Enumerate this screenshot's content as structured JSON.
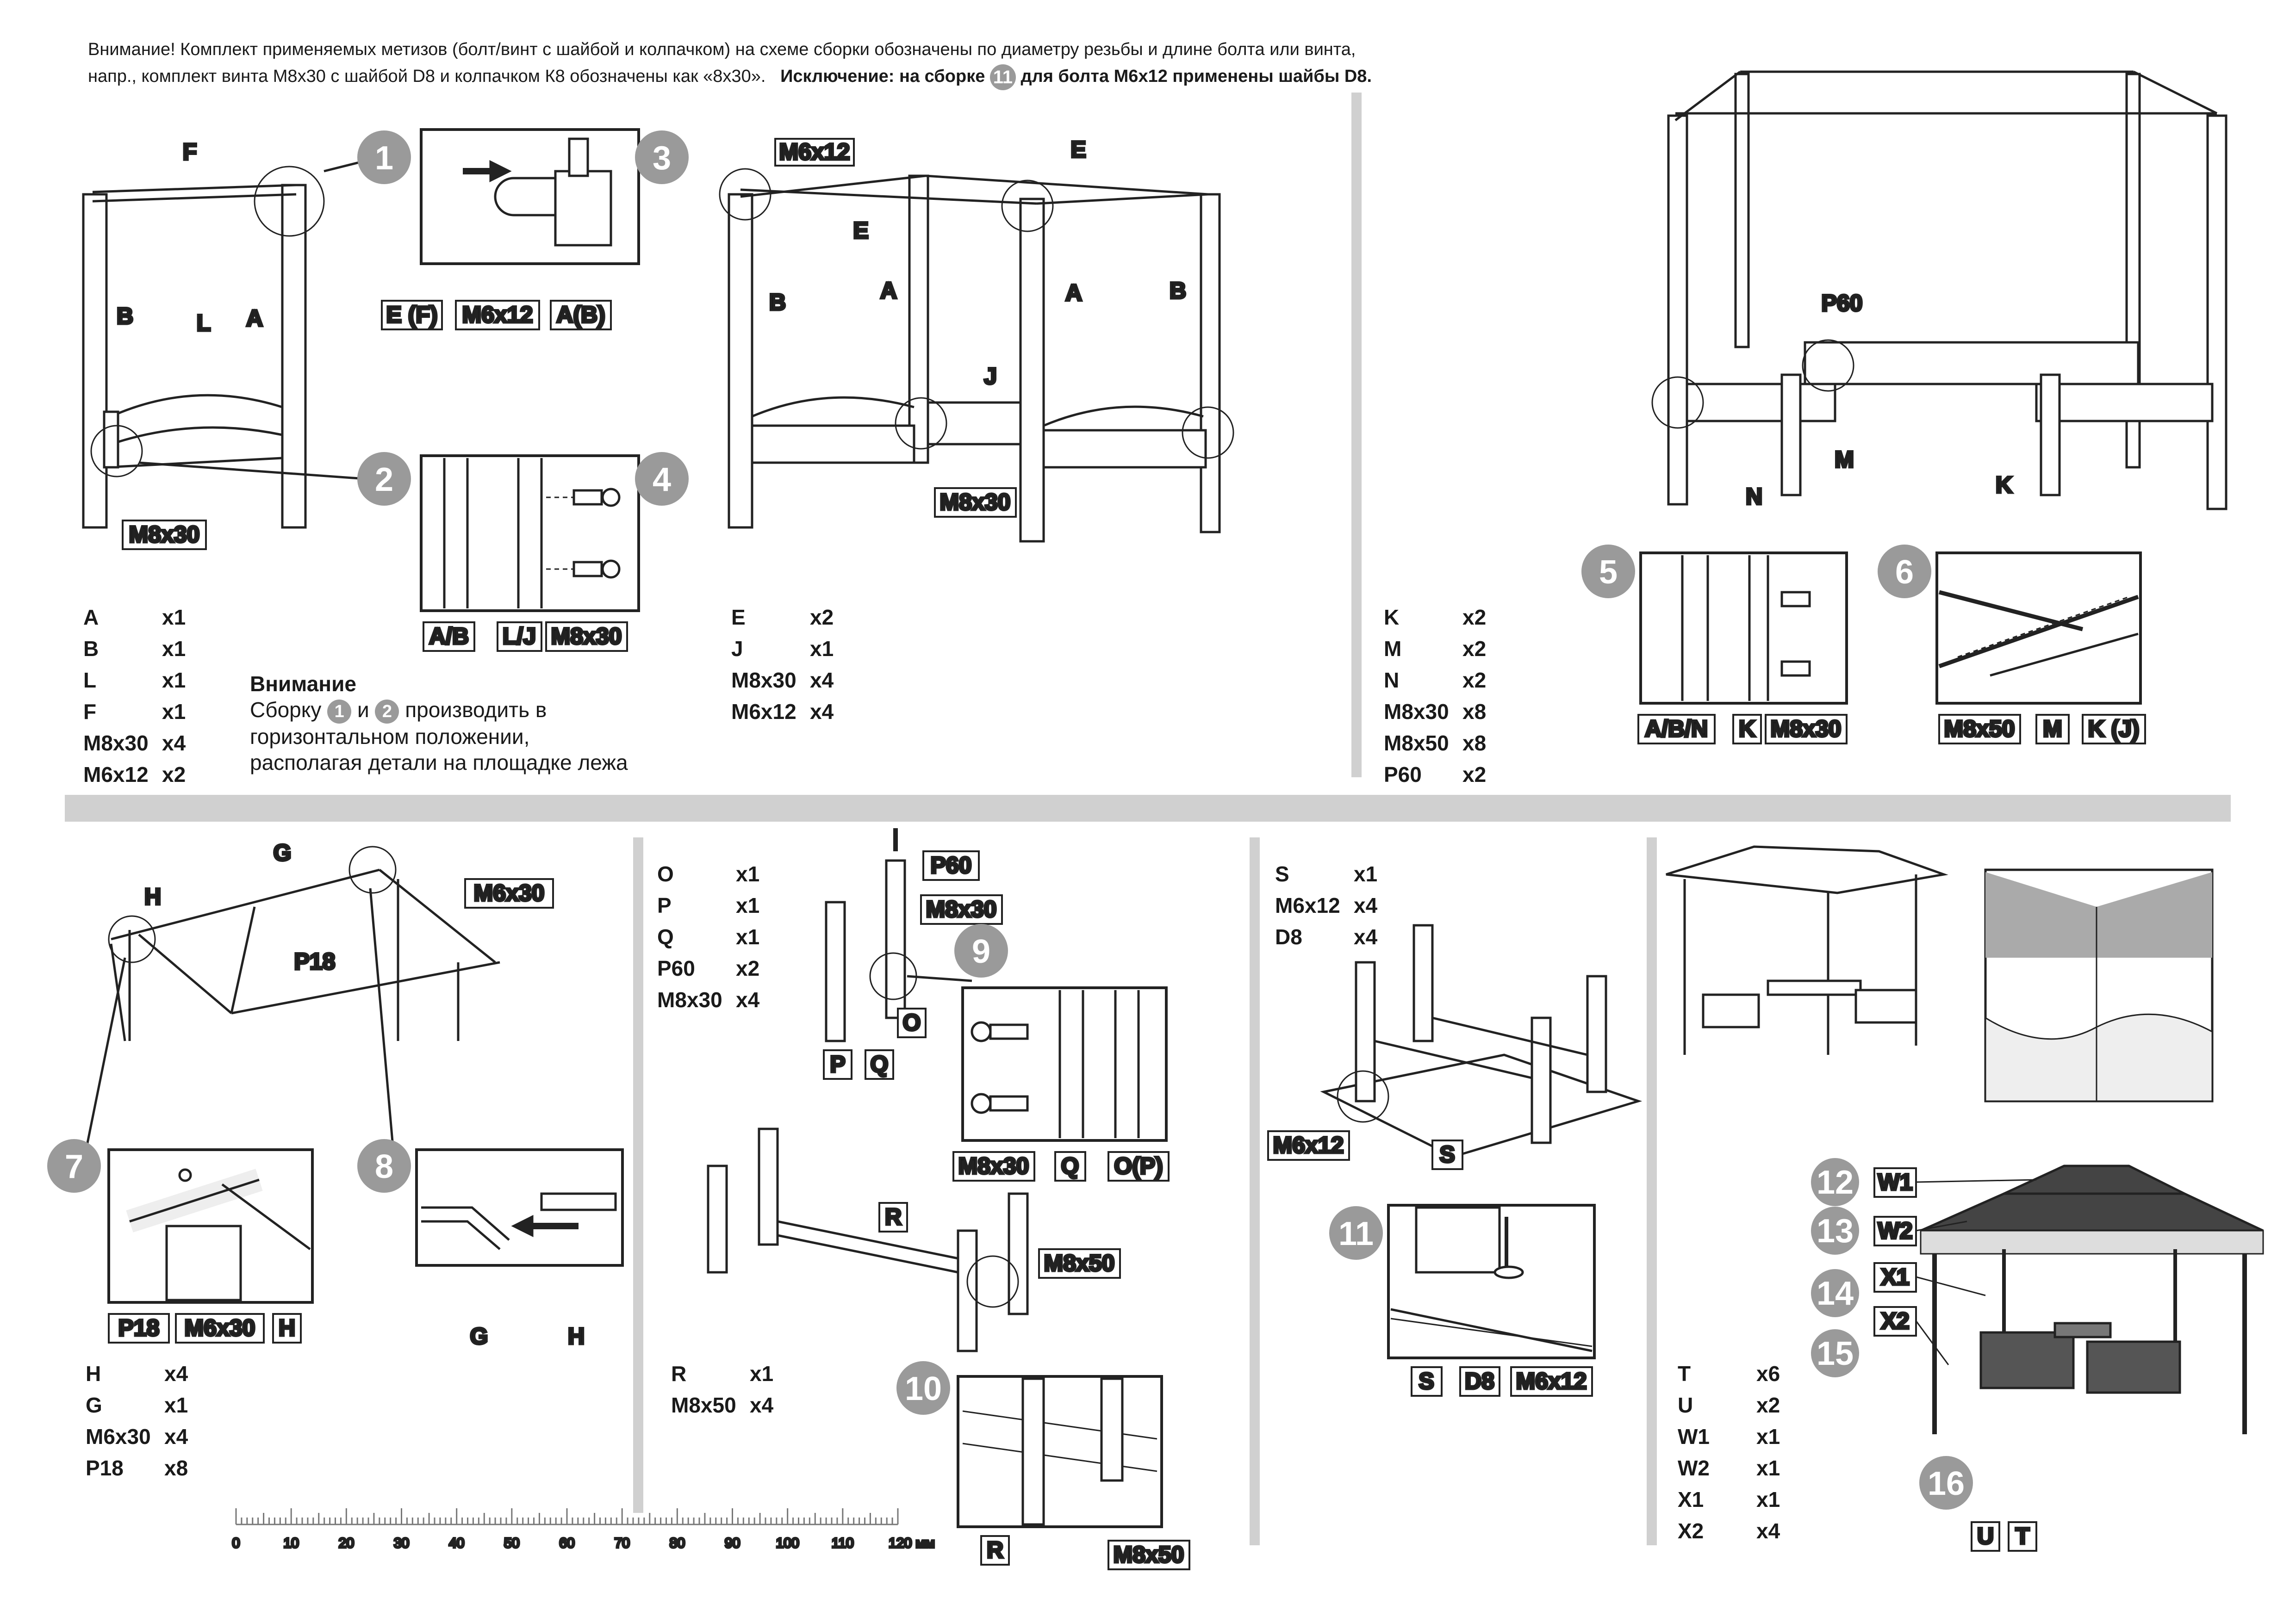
{
  "notice": {
    "line1": "Внимание! Комплект применяемых метизов (болт/винт с шайбой и колпачком) на схеме сборки обозначены по диаметру резьбы и длине болта или винта,",
    "line2a": "напр., комплект винта М8х30 с шайбой D8 и колпачком  К8 обозначены как «8х30».",
    "line2b": "Исключение: на сборке",
    "line2c": "11",
    "line2d": "для болта М6х12 применены шайбы D8."
  },
  "steps": [
    "1",
    "2",
    "3",
    "4",
    "5",
    "6",
    "7",
    "8",
    "9",
    "10",
    "11",
    "12",
    "13",
    "14",
    "15",
    "16"
  ],
  "labels": {
    "F": "F",
    "L": "L",
    "A": "A",
    "B": "B",
    "E": "E",
    "J": "J",
    "K": "K",
    "M": "M",
    "N": "N",
    "G": "G",
    "H": "H",
    "O": "O",
    "P": "P",
    "Q": "Q",
    "R": "R",
    "S": "S",
    "T": "T",
    "U": "U",
    "ef": "E (F)",
    "m6x12": "M6x12",
    "ab": "A(B)",
    "m8x30": "M8x30",
    "ab_slash": "A/B",
    "lj": "L/J",
    "abn": "A/B/N",
    "m8x50": "M8x50",
    "kj": "K (J)",
    "p60": "P60",
    "p18": "P18",
    "m6x30": "M6x30",
    "op": "O(P)",
    "d8": "D8",
    "w1": "W1",
    "w2": "W2",
    "x1": "X1",
    "x2": "X2"
  },
  "parts": {
    "list1": [
      {
        "n": "A",
        "q": "x1"
      },
      {
        "n": "B",
        "q": "x1"
      },
      {
        "n": "L",
        "q": "x1"
      },
      {
        "n": "F",
        "q": "x1"
      },
      {
        "n": "M8x30",
        "q": "x4"
      },
      {
        "n": "M6x12",
        "q": "x2"
      }
    ],
    "list2": [
      {
        "n": "E",
        "q": "x2"
      },
      {
        "n": "J",
        "q": "x1"
      },
      {
        "n": "M8x30",
        "q": "x4"
      },
      {
        "n": "M6x12",
        "q": "x4"
      }
    ],
    "list3": [
      {
        "n": "K",
        "q": "x2"
      },
      {
        "n": "M",
        "q": "x2"
      },
      {
        "n": "N",
        "q": "x2"
      },
      {
        "n": "M8x30",
        "q": "x8"
      },
      {
        "n": "M8x50",
        "q": "x8"
      },
      {
        "n": "P60",
        "q": "x2"
      }
    ],
    "list4": [
      {
        "n": "H",
        "q": "x4"
      },
      {
        "n": "G",
        "q": "x1"
      },
      {
        "n": "M6x30",
        "q": "x4"
      },
      {
        "n": "P18",
        "q": "x8"
      }
    ],
    "list5": [
      {
        "n": "O",
        "q": "x1"
      },
      {
        "n": "P",
        "q": "x1"
      },
      {
        "n": "Q",
        "q": "x1"
      },
      {
        "n": "P60",
        "q": "x2"
      },
      {
        "n": "M8x30",
        "q": "x4"
      }
    ],
    "list6": [
      {
        "n": "R",
        "q": "x1"
      },
      {
        "n": "M8x50",
        "q": "x4"
      }
    ],
    "list7": [
      {
        "n": "S",
        "q": "x1"
      },
      {
        "n": "M6x12",
        "q": "x4"
      },
      {
        "n": "D8",
        "q": "x4"
      }
    ],
    "list8": [
      {
        "n": "T",
        "q": "x6"
      },
      {
        "n": "U",
        "q": "x2"
      },
      {
        "n": "W1",
        "q": "x1"
      },
      {
        "n": "W2",
        "q": "x1"
      },
      {
        "n": "X1",
        "q": "x1"
      },
      {
        "n": "X2",
        "q": "x4"
      }
    ]
  },
  "warning": {
    "title": "Внимание",
    "l1a": "Сборку",
    "l1b": "1",
    "l1c": "и",
    "l1d": "2",
    "l1e": "производить в",
    "l2": "горизонтальном положении,",
    "l3": "располагая детали на площадке лежа"
  },
  "ruler": {
    "ticks": [
      "0",
      "10",
      "20",
      "30",
      "40",
      "50",
      "60",
      "70",
      "80",
      "90",
      "100",
      "110",
      "120 мм"
    ]
  }
}
